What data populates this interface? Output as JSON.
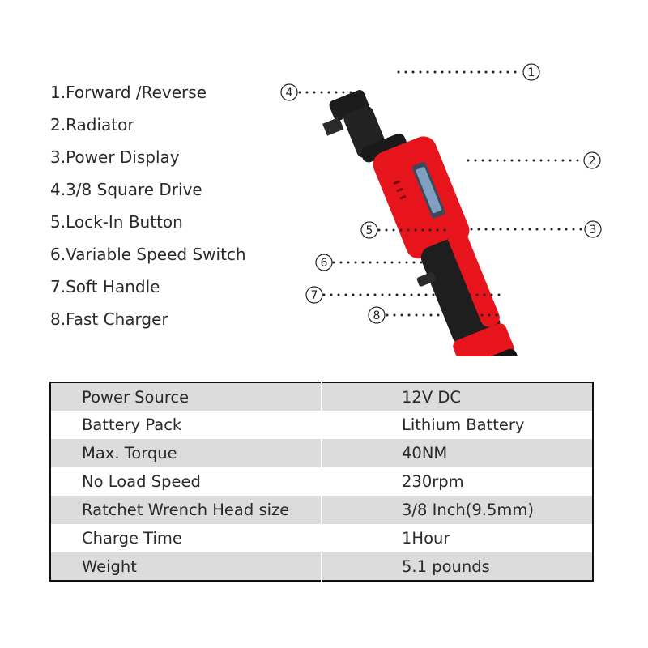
{
  "features": [
    "1.Forward /Reverse",
    "2.Radiator",
    "3.Power Display",
    "4.3/8 Square Drive",
    "5.Lock-In Button",
    "6.Variable Speed Switch",
    "7.Soft Handle",
    "8.Fast Charger"
  ],
  "callouts": [
    "1",
    "2",
    "3",
    "4",
    "5",
    "6",
    "7",
    "8"
  ],
  "specs": [
    {
      "label": "Power Source",
      "value": "12V DC"
    },
    {
      "label": "Battery Pack",
      "value": "Lithium Battery"
    },
    {
      "label": "Max. Torque",
      "value": "40NM"
    },
    {
      "label": "No Load Speed",
      "value": "230rpm"
    },
    {
      "label": "Ratchet Wrench Head size",
      "value": "3/8 Inch(9.5mm)"
    },
    {
      "label": "Charge Time",
      "value": "1Hour"
    },
    {
      "label": "Weight",
      "value": "5.1 pounds"
    }
  ],
  "colors": {
    "body_red": "#e8141c",
    "grip_black": "#1e1e1e",
    "row_shade": "#dcdcdc"
  }
}
